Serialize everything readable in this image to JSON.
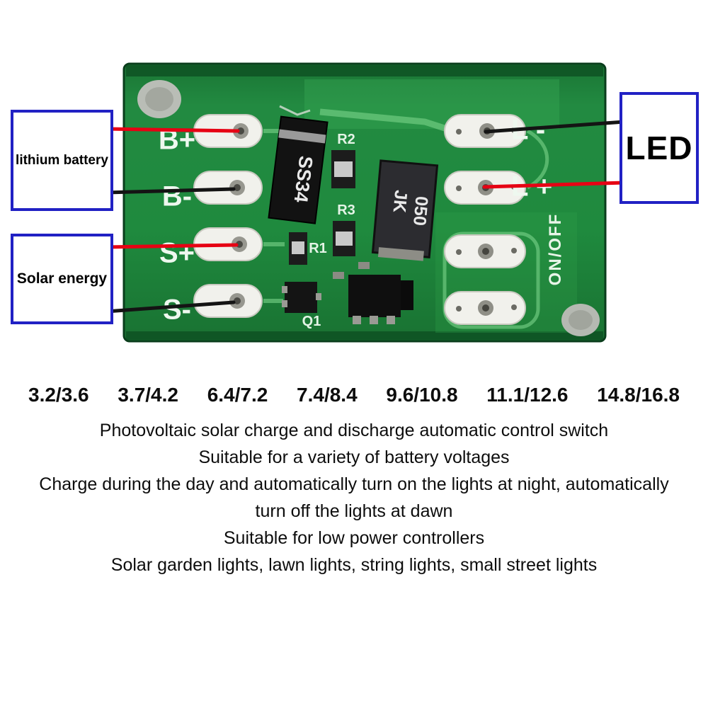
{
  "callouts": {
    "battery": "lithium battery",
    "solar": "Solar energy",
    "led": "LED"
  },
  "pcb": {
    "pad_labels": [
      "B+",
      "B-",
      "S+",
      "S-",
      "L -",
      "L +"
    ],
    "switch_label": "ON/OFF",
    "diode_label": "SS34",
    "ic_labels": [
      "JK",
      "050"
    ],
    "ref_labels": [
      "R2",
      "R3",
      "R1",
      "Q1"
    ]
  },
  "voltages": [
    "3.2/3.6",
    "3.7/4.2",
    "6.4/7.2",
    "7.4/8.4",
    "9.6/10.8",
    "11.1/12.6",
    "14.8/16.8"
  ],
  "description": [
    "Photovoltaic solar charge and discharge automatic control switch",
    "Suitable for a variety of battery voltages",
    "Charge during the day and automatically turn on the lights at night, automatically",
    "turn off the lights at dawn",
    "Suitable for low power controllers",
    "Solar garden lights, lawn lights, string lights, small street lights"
  ],
  "colors": {
    "board_green": "#1e8a3e",
    "trace_green": "#7bd48b",
    "wire_red": "#e60214",
    "wire_black": "#141414",
    "callout_border": "#2121c4"
  }
}
